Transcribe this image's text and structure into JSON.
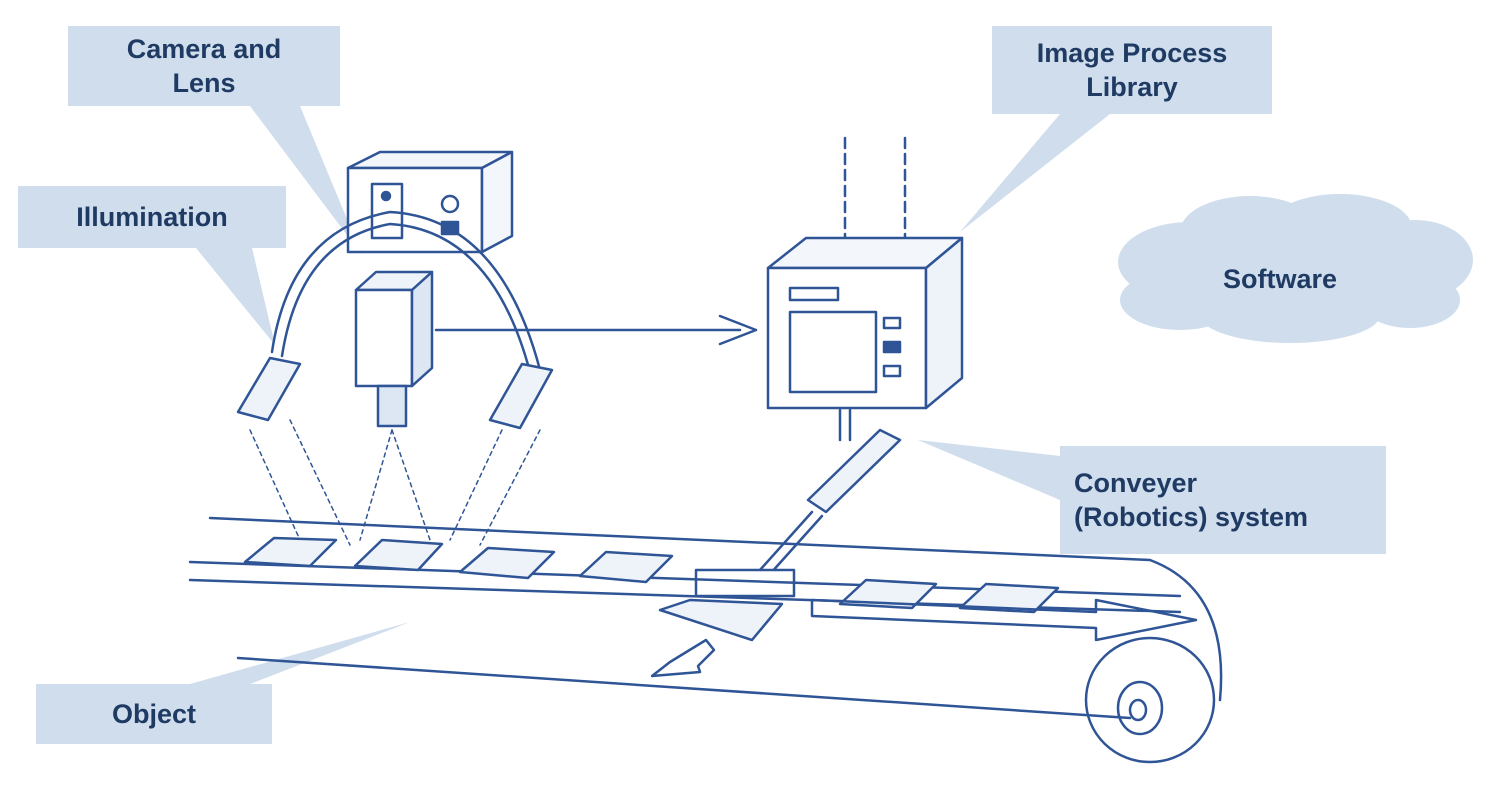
{
  "labels": {
    "camera_and_lens": "Camera and\nLens",
    "illumination": "Illumination",
    "image_process_library": "Image Process\nLibrary",
    "conveyer_system": "Conveyer\n(Robotics) system",
    "object": "Object",
    "software": "Software"
  },
  "colors": {
    "callout_fill": "#cfdded",
    "label_text": "#1f3b63",
    "line_art": "#2f5596"
  }
}
